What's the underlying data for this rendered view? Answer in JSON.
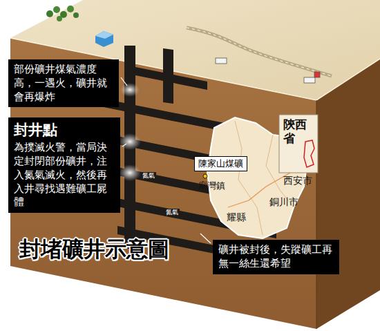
{
  "diagram": {
    "title": "封堵礦井示意圖",
    "nodes": [
      {
        "text": [
          "部份礦井煤氣濃度高，一遇火，礦井就會再爆炸"
        ]
      },
      {
        "text": [
          "封井點",
          "為撲滅火警，當局決定封閉部份礦井，注入氮氣滅火，然後再入井尋找遇難礦工屍體"
        ]
      },
      {
        "text": [
          "陳家山煤礦"
        ]
      },
      {
        "text": [
          "礦井被封後，失蹤礦工再無一絲生還希望"
        ]
      }
    ],
    "labels": [
      "陝西省",
      "西安市",
      "廟灣鎮",
      "銅川市",
      "耀縣",
      "氮氣",
      "氮氣"
    ]
  }
}
